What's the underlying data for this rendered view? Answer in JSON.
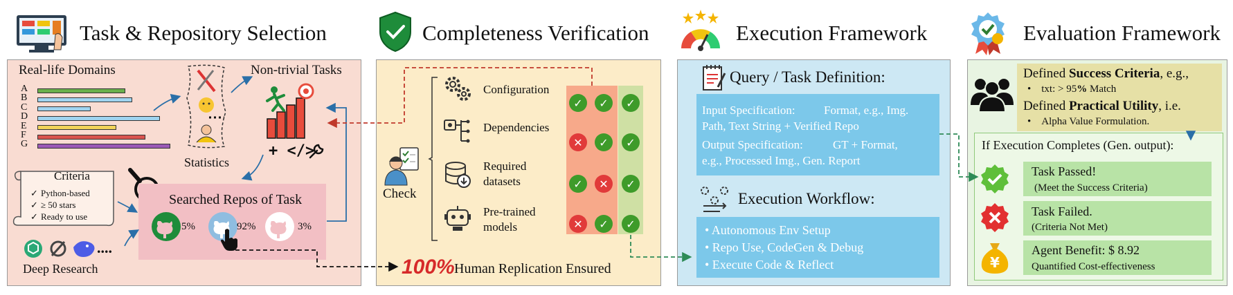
{
  "sections": {
    "s1_title": "Task & Repository Selection",
    "s2_title": "Completeness Verification",
    "s3_title": "Execution Framework",
    "s4_title": "Evaluation Framework"
  },
  "task_selection": {
    "domains_label": "Real-life Domains",
    "domain_letters": [
      "A",
      "B",
      "C",
      "D",
      "E",
      "F",
      "G"
    ],
    "nontrivial_label": "Non-trivial Tasks",
    "statistics_label": "Statistics",
    "code_glyph": "+ </> ",
    "criteria_title": "Criteria",
    "criteria_items": [
      "Python-based",
      "≥ 50 stars",
      "Ready to use"
    ],
    "searched_label": "Searched Repos of Task",
    "repo_pcts": [
      "5%",
      "92%",
      "3%"
    ],
    "deep_research_label": "Deep Research",
    "dots": "....",
    "colors": {
      "bar_green": "#6ab04c",
      "bar_blue": "#9fd4f0",
      "bar_yellow": "#f2d45a",
      "bar_red": "#d9534f",
      "bar_purple": "#9b59b6"
    }
  },
  "verification": {
    "check_label": "Check",
    "items": [
      "Configuration",
      "Dependencies",
      "Required datasets",
      "Pre-trained models"
    ],
    "matrix": [
      [
        "ok",
        "ok",
        "ok"
      ],
      [
        "no",
        "ok",
        "ok"
      ],
      [
        "ok",
        "no",
        "ok"
      ],
      [
        "no",
        "ok",
        "ok"
      ]
    ],
    "footer_pct": "100%",
    "footer_text": "Human Replication Ensured"
  },
  "execution": {
    "query_title": "Query / Task Definition:",
    "input_spec_label": "Input Specification:",
    "input_spec_text_1": "Format, e.g., Img.",
    "input_spec_text_2": "Path, Text String + Verified Repo",
    "output_spec_label": "Output Specification:",
    "output_spec_text_1": "GT  +  Format,",
    "output_spec_text_2": "e.g., Processed Img., Gen. Report",
    "workflow_title": "Execution Workflow:",
    "workflow_items": [
      "Autonomous Env Setup",
      "Repo Use, CodeGen & Debug",
      "Execute Code & Reflect"
    ]
  },
  "evaluation": {
    "defined_1": "Defined ",
    "success_criteria": "Success Criteria",
    "eg": ", e.g.,",
    "txt_item_pre": "txt:  > 95",
    "txt_item_pct": "%",
    "txt_item_post": " Match",
    "defined_2": "Defined ",
    "practical_utility": "Practical Utility",
    "ie": ", i.e.",
    "alpha_item": "Alpha Value Formulation.",
    "if_exec": "If Execution Completes (Gen. output):",
    "passed_title": "Task Passed!",
    "passed_sub": "(Meet the Success Criteria)",
    "failed_title": "Task Failed.",
    "failed_sub": "(Criteria Not Met)",
    "benefit_title": "Agent Benefit: $ 8.92",
    "benefit_sub": "Quantified Cost-effectiveness",
    "yen": "¥"
  }
}
